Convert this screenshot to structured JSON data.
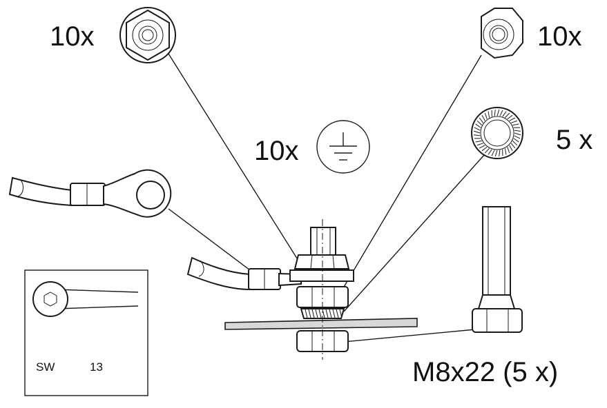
{
  "labels": {
    "nut_flange_qty": "10x",
    "nut_hex_qty": "10x",
    "ground_qty": "10x",
    "washer_qty": "5 x",
    "bolt_spec": "M8x22 (5 x)"
  },
  "wrench": {
    "sw_label": "SW",
    "size": "13"
  },
  "icons": {
    "flange_nut": "flange-nut-icon",
    "hex_nut": "hex-nut-icon",
    "ground": "ground-symbol-icon",
    "lock_washer": "serrated-lock-washer-icon",
    "cable_lug": "ring-cable-lug-icon",
    "bolt": "hex-bolt-icon",
    "wrench": "ring-wrench-icon"
  },
  "colors": {
    "line": "#1a1a1a",
    "background": "#ffffff"
  }
}
